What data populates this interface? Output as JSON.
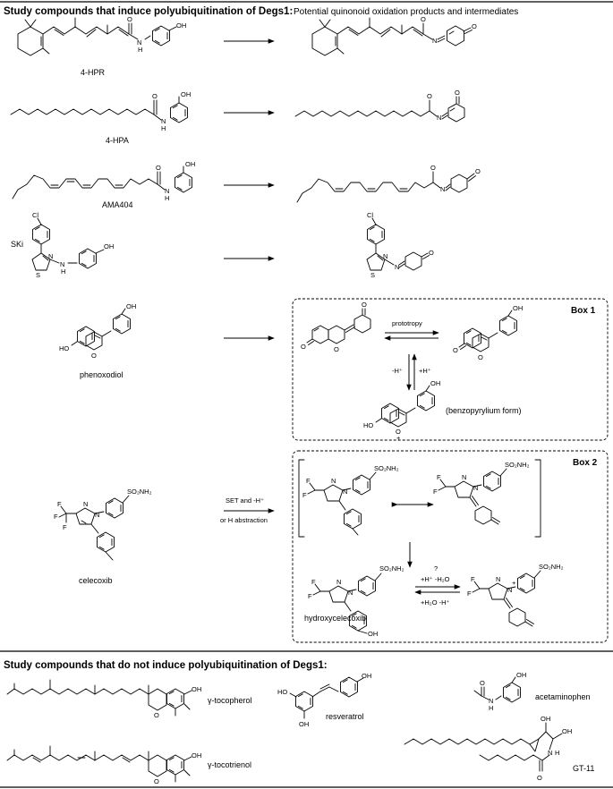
{
  "headers": {
    "top": "Study compounds that induce polyubiquitination of Degs1:",
    "products": "Potential quinonoid oxidation products and intermediates",
    "bottom": "Study compounds that do not induce polyubiquitination of Degs1:"
  },
  "compounds": {
    "hpr": "4-HPR",
    "hpa": "4-HPA",
    "ama": "AMA404",
    "ski": "SKi",
    "phenoxodiol": "phenoxodiol",
    "celecoxib": "celecoxib",
    "gamma_tocopherol": "γ-tocopherol",
    "gamma_tocotrienol": "γ-tocotrienol",
    "resveratrol": "resveratrol",
    "acetaminophen": "acetaminophen",
    "gt11": "GT-11"
  },
  "box1": {
    "title": "Box 1",
    "prototropy": "prototropy",
    "minus_h": "-H⁺",
    "plus_h": "+H⁺",
    "benzopyrylium": "(benzopyrylium form)"
  },
  "box2": {
    "title": "Box 2",
    "set_line1": "SET and -H⁺",
    "set_line2": "or H abstraction",
    "question": "?",
    "fwd": "+H⁺ -H₂O",
    "rev": "+H₂O -H⁺",
    "hydroxycelecoxib": "hydroxycelecoxib"
  },
  "atoms": {
    "oh": "OH",
    "o": "O",
    "n": "N",
    "h": "H",
    "cl": "Cl",
    "s": "S",
    "ho": "HO",
    "so2nh2": "SO₂NH₂",
    "f": "F",
    "plus": "+"
  }
}
